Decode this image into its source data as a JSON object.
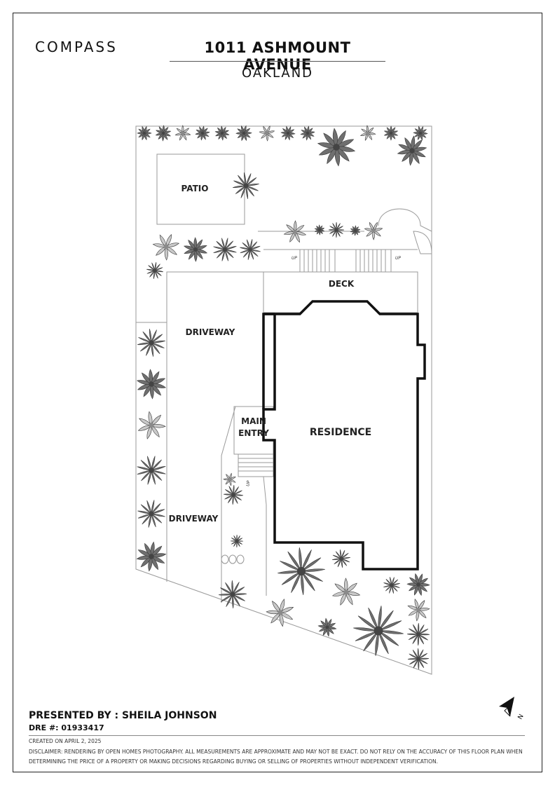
{
  "brand": {
    "logo_text": "COMPASS"
  },
  "header": {
    "address": "1011 ASHMOUNT AVENUE",
    "city": "OAKLAND"
  },
  "plan_labels": {
    "patio": "PATIO",
    "deck": "DECK",
    "driveway_top": "DRIVEWAY",
    "driveway_bottom": "DRIVEWAY",
    "main_entry_line1": "MAIN",
    "main_entry_line2": "ENTRY",
    "residence": "RESIDENCE",
    "stairs_up_left": "UP",
    "stairs_up_right": "UP",
    "stairs_up_entry": "UP"
  },
  "compass": {
    "north_label": "N",
    "icon": "north-arrow-icon"
  },
  "footer": {
    "presented_by": "PRESENTED BY : SHEILA JOHNSON",
    "dre": "DRE #: 01933417",
    "created": "CREATED ON APRIL 2, 2025",
    "disclaimer": "DISCLAIMER: RENDERING BY OPEN HOMES PHOTOGRAPHY. ALL MEASUREMENTS ARE APPROXIMATE AND MAY NOT BE EXACT. DO NOT RELY ON THE ACCURACY OF THIS FLOOR PLAN WHEN DETERMINING THE PRICE OF A PROPERTY OR MAKING DECISIONS REGARDING BUYING OR SELLING OF PROPERTIES WITHOUT INDEPENDENT VERIFICATION."
  },
  "colors": {
    "plant_dark": "#6f6f6f",
    "plant_light": "#c9c9c9",
    "wall": "#111111",
    "line": "#9a9a9a"
  }
}
